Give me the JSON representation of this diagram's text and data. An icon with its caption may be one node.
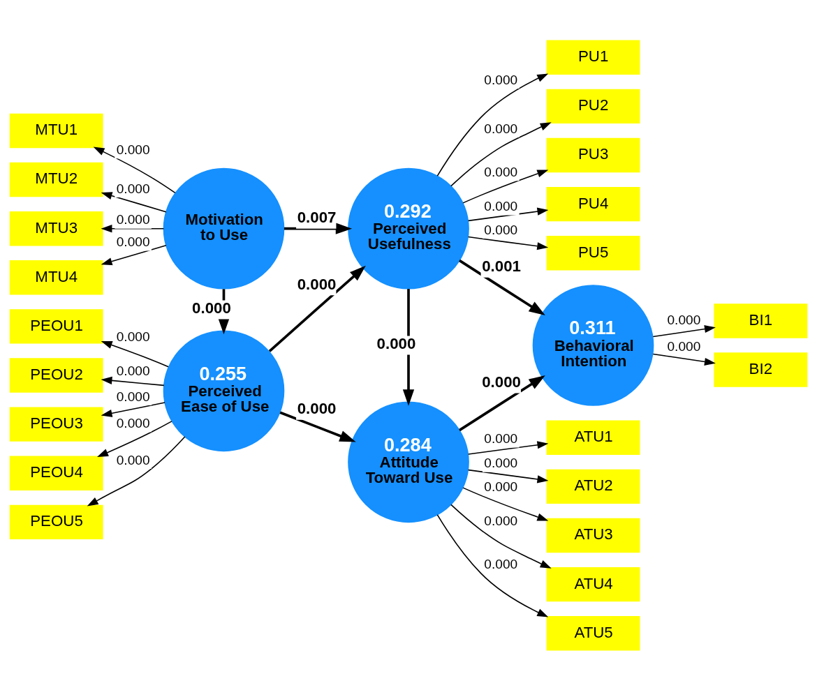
{
  "diagram": {
    "nodes": [
      {
        "text": [
          "PU1"
        ]
      },
      {
        "text": [
          "PU2"
        ]
      },
      {
        "text": [
          "PU3"
        ]
      },
      {
        "text": [
          "PU4"
        ]
      },
      {
        "text": [
          "PU5"
        ]
      },
      {
        "text": [
          "MTU1"
        ]
      },
      {
        "text": [
          "MTU2"
        ]
      },
      {
        "text": [
          "MTU3"
        ]
      },
      {
        "text": [
          "MTU4"
        ]
      },
      {
        "text": [
          "Motivation to Use"
        ]
      },
      {
        "text": [
          "0.292",
          "Perceived Usefulness"
        ]
      },
      {
        "text": [
          "0.311",
          "Behavioral Intention"
        ]
      },
      {
        "text": [
          "BI1"
        ]
      },
      {
        "text": [
          "BI2"
        ]
      },
      {
        "text": [
          "PEOU1"
        ]
      },
      {
        "text": [
          "PEOU2"
        ]
      },
      {
        "text": [
          "PEOU3"
        ]
      },
      {
        "text": [
          "PEOU4"
        ]
      },
      {
        "text": [
          "PEOU5"
        ]
      },
      {
        "text": [
          "0.255",
          "Perceived Ease of Use"
        ]
      },
      {
        "text": [
          "0.284",
          "Attitude Toward Use"
        ]
      },
      {
        "text": [
          "ATU1"
        ]
      },
      {
        "text": [
          "ATU2"
        ]
      },
      {
        "text": [
          "ATU3"
        ]
      },
      {
        "text": [
          "ATU4"
        ]
      },
      {
        "text": [
          "ATU5"
        ]
      }
    ],
    "edges": [
      {
        "from": 10,
        "to": 0,
        "arrow": "to",
        "label": "0.000"
      },
      {
        "from": 10,
        "to": 1,
        "arrow": "to",
        "label": "0.000"
      },
      {
        "from": 10,
        "to": 2,
        "arrow": "to",
        "label": "0.000"
      },
      {
        "from": 10,
        "to": 3,
        "arrow": "to",
        "label": "0.000"
      },
      {
        "from": 10,
        "to": 4,
        "arrow": "to",
        "label": "0.000"
      },
      {
        "from": 9,
        "to": 5,
        "arrow": "to",
        "label": "0.000"
      },
      {
        "from": 9,
        "to": 6,
        "arrow": "to",
        "label": "0.000"
      },
      {
        "from": 9,
        "to": 7,
        "arrow": "to",
        "label": "0.000"
      },
      {
        "from": 9,
        "to": 8,
        "arrow": "to",
        "label": "0.000"
      },
      {
        "from": 9,
        "to": 10,
        "arrow": "to",
        "label": "0.007",
        "style": "thick"
      },
      {
        "from": 9,
        "to": 19,
        "arrow": "to",
        "label": "0.000",
        "style": "thick"
      },
      {
        "from": 19,
        "to": 10,
        "arrow": "to",
        "label": "0.000",
        "style": "thick"
      },
      {
        "from": 10,
        "to": 11,
        "arrow": "to",
        "label": "0.001",
        "style": "thick"
      },
      {
        "from": 10,
        "to": 20,
        "arrow": "to",
        "label": "0.000",
        "style": "thick"
      },
      {
        "from": 11,
        "to": 12,
        "arrow": "to",
        "label": "0.000"
      },
      {
        "from": 11,
        "to": 13,
        "arrow": "to",
        "label": "0.000"
      },
      {
        "from": 19,
        "to": 14,
        "arrow": "to",
        "label": "0.000"
      },
      {
        "from": 19,
        "to": 15,
        "arrow": "to",
        "label": "0.000"
      },
      {
        "from": 19,
        "to": 16,
        "arrow": "to",
        "label": "0.000"
      },
      {
        "from": 19,
        "to": 17,
        "arrow": "to",
        "label": "0.000"
      },
      {
        "from": 19,
        "to": 18,
        "arrow": "to",
        "label": "0.000"
      },
      {
        "from": 19,
        "to": 20,
        "arrow": "to",
        "label": "0.000",
        "style": "thick"
      },
      {
        "from": 20,
        "to": 11,
        "arrow": "to",
        "label": "0.000",
        "style": "thick"
      },
      {
        "from": 20,
        "to": 21,
        "arrow": "to",
        "label": "0.000"
      },
      {
        "from": 20,
        "to": 22,
        "arrow": "to",
        "label": "0.000"
      },
      {
        "from": 20,
        "to": 23,
        "arrow": "to",
        "label": "0.000"
      },
      {
        "from": 20,
        "to": 24,
        "arrow": "to",
        "label": "0.000"
      },
      {
        "from": 20,
        "to": 25,
        "arrow": "to",
        "label": "0.000"
      }
    ]
  }
}
